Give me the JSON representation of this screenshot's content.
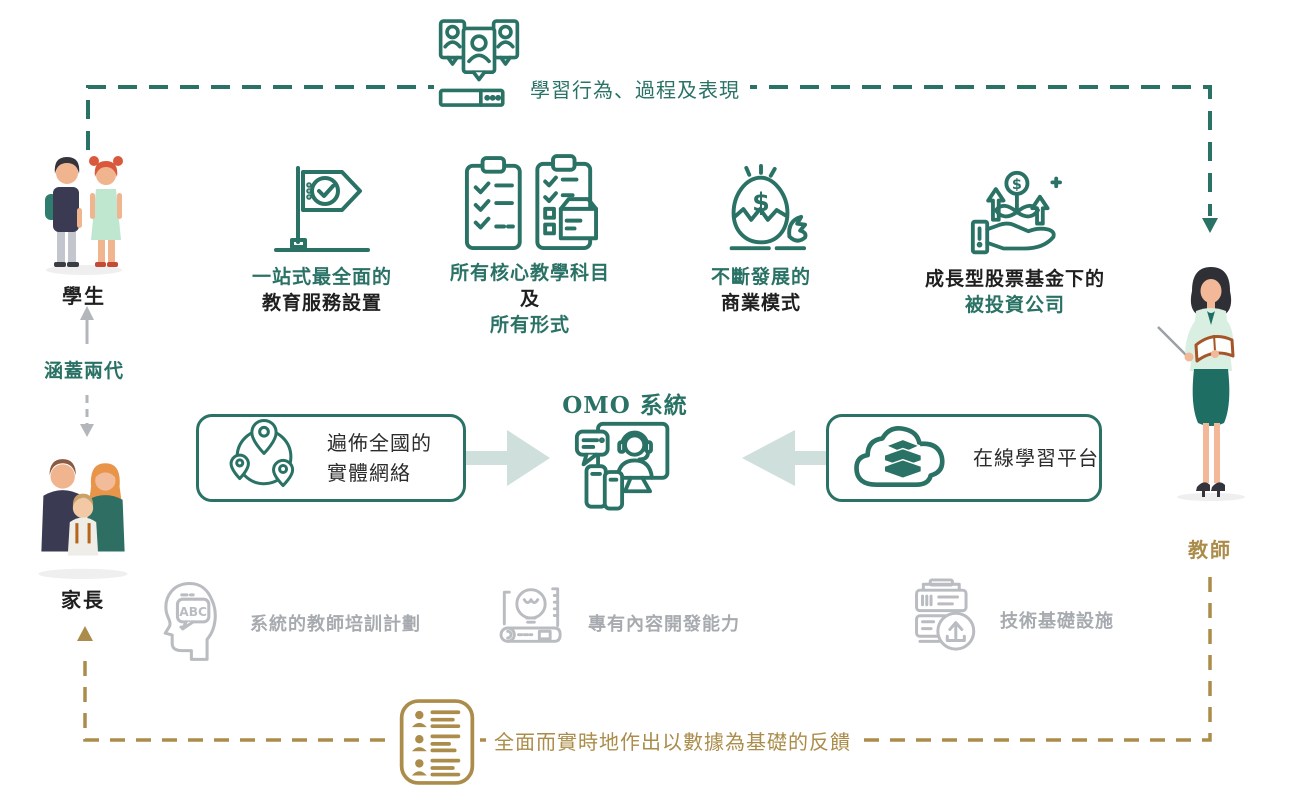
{
  "palette": {
    "teal": "#2a7265",
    "gold": "#ab8c4a",
    "gray_icon": "#b9bcc1",
    "gray_text": "#a7abb0",
    "black_text": "#1f1f1f",
    "pale_arrow": "#cfdfdc"
  },
  "top_flow": {
    "icon": "learner-profiles-icon",
    "label": "學習行為、過程及表現"
  },
  "left_column": {
    "students_label": "學生",
    "bridge_label": "涵蓋兩代",
    "parents_label": "家長"
  },
  "right_column": {
    "teacher_label": "教師"
  },
  "strengths": [
    {
      "icon": "flag-check-icon",
      "line1": "一站式最全面的",
      "line2": "教育服務設置"
    },
    {
      "icon": "clipboards-box-icon",
      "line1": "所有核心教學科目",
      "line2": "及",
      "line3": "所有形式"
    },
    {
      "icon": "hatching-egg-icon",
      "line1": "不斷發展的",
      "line2": "商業模式"
    },
    {
      "icon": "growth-fund-icon",
      "line1": "成長型股票基金下的",
      "line2": "被投資公司"
    }
  ],
  "core": {
    "icon": "omo-system-icon",
    "title": "OMO 系統"
  },
  "channels": {
    "offline_network": {
      "icon": "map-pins-icon",
      "line1": "遍佈全國的",
      "line2": "實體網絡"
    },
    "online_platform": {
      "icon": "cloud-books-icon",
      "label": "在線學習平台"
    }
  },
  "capabilities": [
    {
      "icon": "teacher-training-icon",
      "label": "系統的教師培訓計劃"
    },
    {
      "icon": "content-development-icon",
      "label": "專有內容開發能力"
    },
    {
      "icon": "tech-infrastructure-icon",
      "label": "技術基礎設施"
    }
  ],
  "bottom_flow": {
    "icon": "feedback-report-icon",
    "label": "全面而實時地作出以數據為基礎的反饋"
  }
}
